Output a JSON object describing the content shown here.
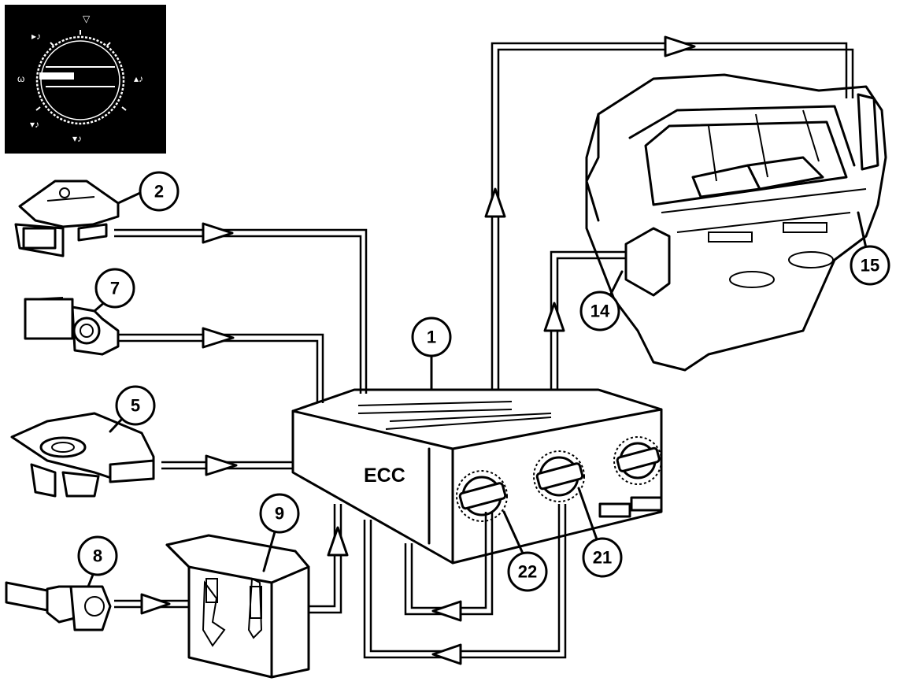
{
  "module_label": "ECC",
  "callouts": {
    "c1": "1",
    "c2": "2",
    "c5": "5",
    "c7": "7",
    "c8": "8",
    "c9": "9",
    "c14": "14",
    "c15": "15",
    "c21": "21",
    "c22": "22"
  }
}
